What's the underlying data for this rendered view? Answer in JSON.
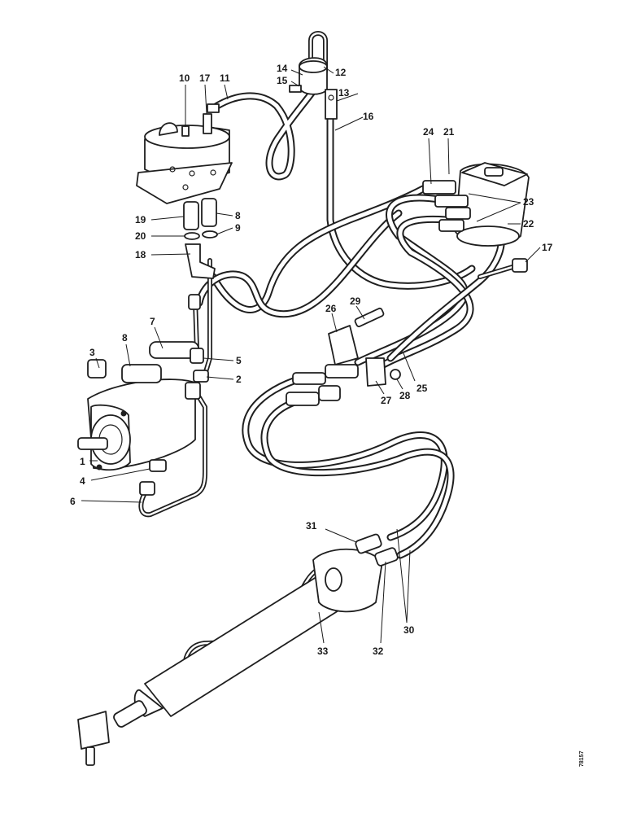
{
  "drawing_code": "78157",
  "callouts": [
    {
      "id": "c10",
      "label": "10"
    },
    {
      "id": "c17a",
      "label": "17"
    },
    {
      "id": "c11",
      "label": "11"
    },
    {
      "id": "c14",
      "label": "14"
    },
    {
      "id": "c12",
      "label": "12"
    },
    {
      "id": "c15",
      "label": "15"
    },
    {
      "id": "c13",
      "label": "13"
    },
    {
      "id": "c16",
      "label": "16"
    },
    {
      "id": "c24",
      "label": "24"
    },
    {
      "id": "c21",
      "label": "21"
    },
    {
      "id": "c23",
      "label": "23"
    },
    {
      "id": "c22",
      "label": "22"
    },
    {
      "id": "c17b",
      "label": "17"
    },
    {
      "id": "c19",
      "label": "19"
    },
    {
      "id": "c8a",
      "label": "8"
    },
    {
      "id": "c20",
      "label": "20"
    },
    {
      "id": "c9",
      "label": "9"
    },
    {
      "id": "c18",
      "label": "18"
    },
    {
      "id": "c26",
      "label": "26"
    },
    {
      "id": "c29",
      "label": "29"
    },
    {
      "id": "c3",
      "label": "3"
    },
    {
      "id": "c8b",
      "label": "8"
    },
    {
      "id": "c7",
      "label": "7"
    },
    {
      "id": "c5",
      "label": "5"
    },
    {
      "id": "c2",
      "label": "2"
    },
    {
      "id": "c25",
      "label": "25"
    },
    {
      "id": "c27",
      "label": "27"
    },
    {
      "id": "c28",
      "label": "28"
    },
    {
      "id": "c1",
      "label": "1"
    },
    {
      "id": "c4",
      "label": "4"
    },
    {
      "id": "c6",
      "label": "6"
    },
    {
      "id": "c31",
      "label": "31"
    },
    {
      "id": "c32",
      "label": "32"
    },
    {
      "id": "c30",
      "label": "30"
    },
    {
      "id": "c33",
      "label": "33"
    }
  ]
}
